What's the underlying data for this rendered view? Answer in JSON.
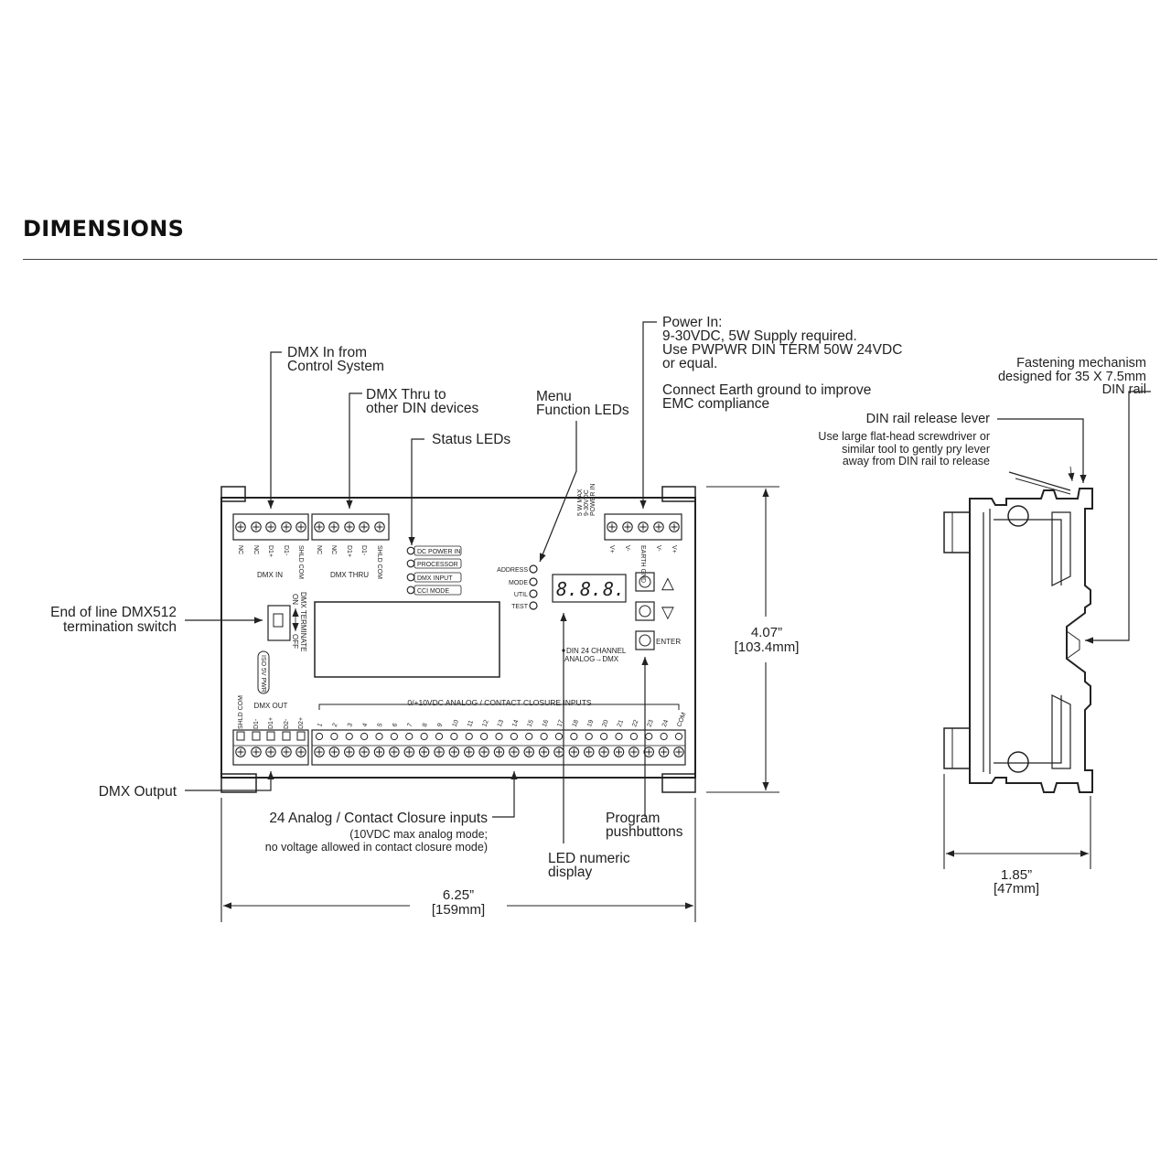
{
  "page": {
    "title": "DIMENSIONS"
  },
  "callouts": {
    "dmx_in": [
      "DMX In from",
      "Control System"
    ],
    "dmx_thru": [
      "DMX Thru to",
      "other DIN devices"
    ],
    "status_leds": "Status LEDs",
    "menu_leds": [
      "Menu",
      "Function LEDs"
    ],
    "power_in": [
      "Power In:",
      "9-30VDC, 5W Supply required.",
      "Use PWPWR DIN TERM 50W 24VDC",
      "or equal."
    ],
    "earth_ground": [
      "Connect Earth ground to improve",
      "EMC compliance"
    ],
    "termination": [
      "End of line DMX512",
      "termination switch"
    ],
    "dmx_output": "DMX Output",
    "analog_inputs": [
      "24 Analog / Contact Closure inputs",
      "(10VDC max analog mode;",
      "no voltage allowed in contact closure mode)"
    ],
    "led_display": [
      "LED numeric",
      "display"
    ],
    "pushbuttons": [
      "Program",
      "pushbuttons"
    ],
    "fastening": [
      "Fastening mechanism",
      "designed for 35 X 7.5mm",
      "DIN rail"
    ],
    "release_lever": "DIN rail release lever",
    "release_note": [
      "Use large flat-head screwdriver or",
      "similar tool to gently pry lever",
      "away from DIN rail to release"
    ]
  },
  "dimensions": {
    "width": [
      "6.25”",
      "[159mm]"
    ],
    "height": [
      "4.07”",
      "[103.4mm]"
    ],
    "depth": [
      "1.85”",
      "[47mm]"
    ]
  },
  "device": {
    "dmx_in_title": "DMX IN",
    "dmx_thru_title": "DMX THRU",
    "dmx_out_title": "DMX OUT",
    "dmx_in_pins": [
      "NC",
      "NC",
      "D1+",
      "D1-",
      "SHLD COM"
    ],
    "dmx_thru_pins": [
      "NC",
      "NC",
      "D1+",
      "D1-",
      "SHLD COM"
    ],
    "dmx_out_pins": [
      "SHLD COM",
      "D1-",
      "D1+",
      "D2-",
      "D2+"
    ],
    "power_pins": [
      "V+",
      "V-",
      "EARTH GND",
      "V-",
      "V+"
    ],
    "power_rating": [
      "POWER IN",
      "9-30VDC",
      "5 W MAX"
    ],
    "status_leds": [
      "DC POWER IN",
      "PROCESSOR",
      "DMX INPUT",
      "CCI MODE"
    ],
    "menu_leds": [
      "ADDRESS",
      "MODE",
      "UTIL",
      "TEST"
    ],
    "display_digits": [
      "8.",
      "8.",
      "8."
    ],
    "buttons": [
      "△",
      "▽",
      "ENTER"
    ],
    "model": [
      "DIN 24 CHANNEL",
      "ANALOG→DMX"
    ],
    "terminate": [
      "DMX TERMINATE",
      "ON",
      "OFF"
    ],
    "iso": "ISO 5V PWR",
    "inputs_title": "0/+10VDC ANALOG / CONTACT CLOSURE INPUTS",
    "input_numbers": [
      "1",
      "2",
      "3",
      "4",
      "5",
      "6",
      "7",
      "8",
      "9",
      "10",
      "11",
      "12",
      "13",
      "14",
      "15",
      "16",
      "17",
      "18",
      "19",
      "20",
      "21",
      "22",
      "23",
      "24",
      "COM"
    ]
  }
}
